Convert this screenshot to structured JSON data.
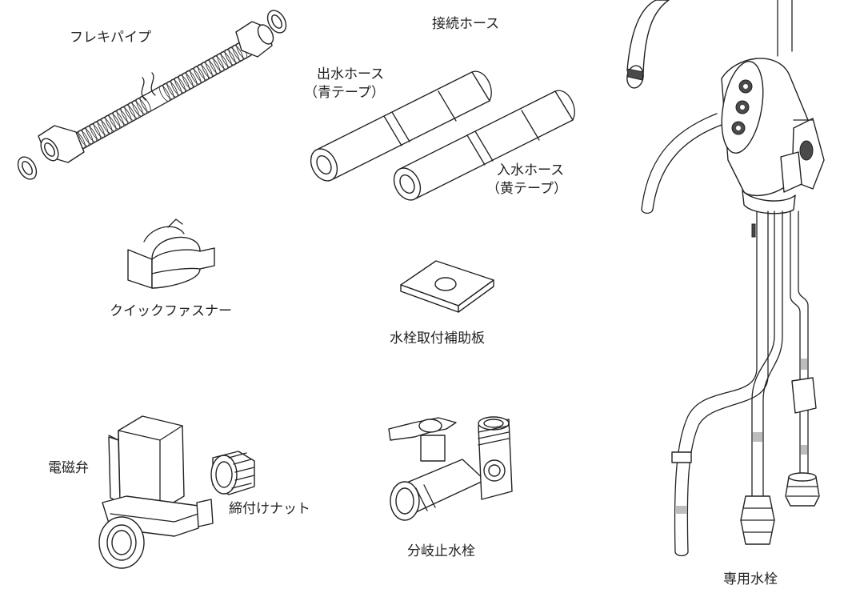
{
  "labels": {
    "flexible_pipe": "フレキパイプ",
    "connection_hose": "接続ホース",
    "outlet_hose_1": "出水ホース",
    "outlet_hose_2": "（青テープ）",
    "inlet_hose_1": "入水ホース",
    "inlet_hose_2": "（黄テープ）",
    "quick_fastener": "クイックファスナー",
    "faucet_mount_plate": "水栓取付補助板",
    "solenoid_valve": "電磁弁",
    "tightening_nut": "締付けナット",
    "branch_stop_valve": "分岐止水栓",
    "dedicated_faucet": "専用水栓"
  }
}
